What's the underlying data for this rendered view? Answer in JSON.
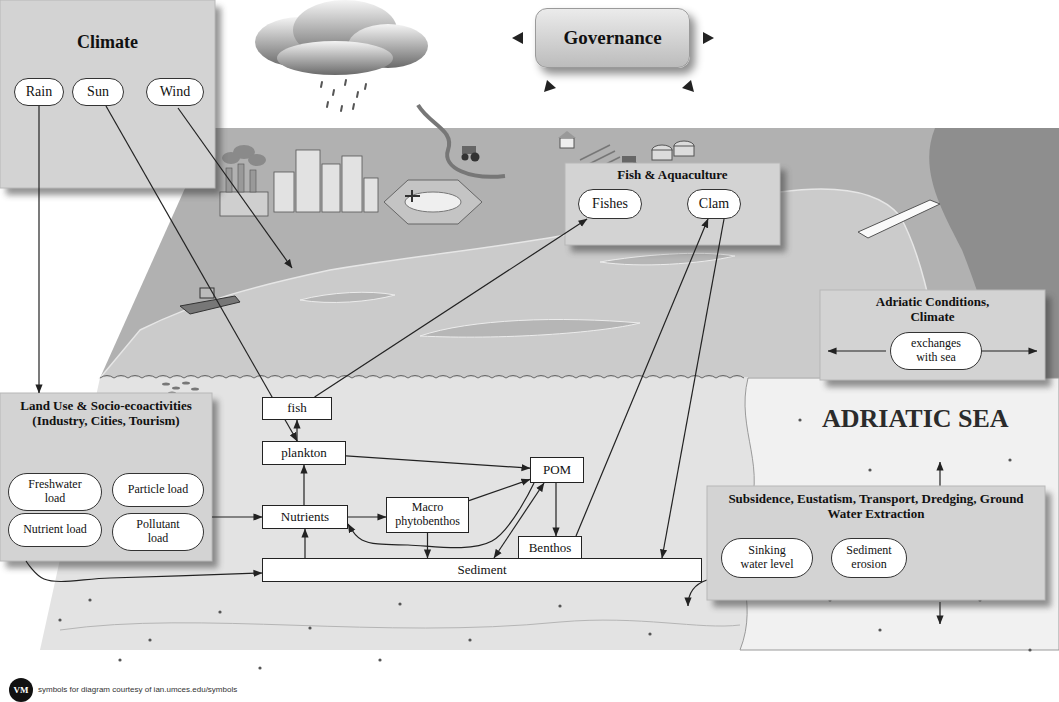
{
  "diagram": {
    "nodes": [
      {
        "text": [
          "Climate"
        ]
      },
      {
        "text": [
          "Rain"
        ],
        "in": 0
      },
      {
        "text": [
          "Sun"
        ],
        "in": 0
      },
      {
        "text": [
          "Wind"
        ],
        "in": 0
      },
      {
        "text": [
          "Governance"
        ]
      },
      {
        "text": [
          "Fish & Aquaculture"
        ]
      },
      {
        "text": [
          "Fishes"
        ],
        "in": 5
      },
      {
        "text": [
          "Clam"
        ],
        "in": 5
      },
      {
        "text": [
          "Adriatic Conditions, Climate"
        ]
      },
      {
        "text": [
          "exchanges with sea"
        ],
        "in": 8
      },
      {
        "text": [
          "Land Use & Socio-ecoactivities (Industry, Cities, Tourism)"
        ]
      },
      {
        "text": [
          "Freshwater load"
        ],
        "in": 10
      },
      {
        "text": [
          "Particle load"
        ],
        "in": 10
      },
      {
        "text": [
          "Nutrient load"
        ],
        "in": 10
      },
      {
        "text": [
          "Pollutant load"
        ],
        "in": 10
      },
      {
        "text": [
          "fish"
        ]
      },
      {
        "text": [
          "plankton"
        ]
      },
      {
        "text": [
          "POM"
        ]
      },
      {
        "text": [
          "Nutrients"
        ]
      },
      {
        "text": [
          "Macro phytobenthos"
        ]
      },
      {
        "text": [
          "Benthos"
        ]
      },
      {
        "text": [
          "Sediment"
        ]
      },
      {
        "text": [
          "Subsidence, Eustatism, Transport, Dredging, Ground Water Extraction"
        ]
      },
      {
        "text": [
          "Sinking water level"
        ],
        "in": 22
      },
      {
        "text": [
          "Sediment erosion"
        ],
        "in": 22
      }
    ],
    "edges": [
      {
        "from": 1,
        "to": 10,
        "arrow": "to"
      },
      {
        "from": 2,
        "to": 16,
        "arrow": "to"
      },
      {
        "from": 10,
        "to": 18,
        "arrow": "to"
      },
      {
        "from": 10,
        "to": 21,
        "arrow": "to"
      },
      {
        "from": 18,
        "to": 16,
        "arrow": "to"
      },
      {
        "from": 16,
        "to": 15,
        "arrow": "to"
      },
      {
        "from": 15,
        "to": 6,
        "arrow": "to"
      },
      {
        "from": 16,
        "to": 17,
        "arrow": "to"
      },
      {
        "from": 18,
        "to": 19,
        "arrow": "to"
      },
      {
        "from": 19,
        "to": 17,
        "arrow": "to"
      },
      {
        "from": 17,
        "to": 18,
        "arrow": "to"
      },
      {
        "from": 19,
        "to": 21,
        "arrow": "to"
      },
      {
        "from": 17,
        "to": 20,
        "arrow": "to"
      },
      {
        "from": 17,
        "to": 21,
        "arrow": "both"
      },
      {
        "from": 21,
        "to": 18,
        "arrow": "to"
      },
      {
        "from": 20,
        "to": 7,
        "arrow": "to"
      },
      {
        "from": 7,
        "to": 21,
        "arrow": "to"
      }
    ],
    "labels": [
      "ADRIATIC SEA",
      "VM",
      "symbols for diagram courtesy of ian.umces.edu/symbols"
    ]
  }
}
